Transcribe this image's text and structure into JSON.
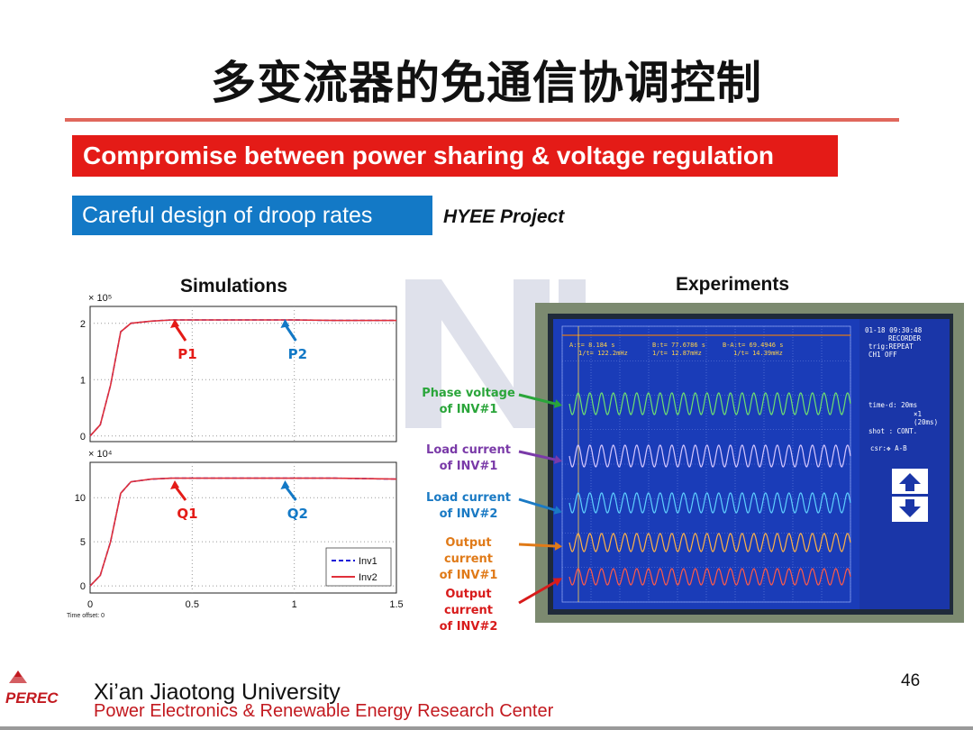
{
  "slide": {
    "title": "多变流器的免通信协调控制",
    "banner_red": "Compromise between power sharing & voltage regulation",
    "banner_blue": "Careful design of droop rates",
    "project": "HYEE Project",
    "simulations_label": "Simulations",
    "experiments_label": "Experiments",
    "page_number": "46"
  },
  "footer": {
    "logo_text": "PEREC",
    "university": "Xi’an Jiaotong University",
    "center": "Power Electronics & Renewable Energy Research Center"
  },
  "colors": {
    "red_banner": "#e41b17",
    "blue_banner": "#1379c6",
    "rule": "#e0675c",
    "footer_red": "#c2191f"
  },
  "chart_data": [
    {
      "type": "line",
      "subplot": "top",
      "exponent_label": "× 10⁵",
      "xlim": [
        0,
        1.5
      ],
      "ylim": [
        -0.1,
        2.3
      ],
      "yticks": [
        "0",
        "1",
        "2"
      ],
      "xticks": [],
      "grid": true,
      "annotations": [
        "P1",
        "P2"
      ],
      "series": [
        {
          "name": "Inv1",
          "style": "dashed",
          "color": "#1515d8",
          "x": [
            0,
            0.05,
            0.1,
            0.15,
            0.2,
            0.3,
            0.4,
            0.6,
            0.8,
            1.0,
            1.2,
            1.5
          ],
          "y": [
            0,
            0.2,
            0.9,
            1.85,
            2.0,
            2.04,
            2.06,
            2.06,
            2.06,
            2.06,
            2.05,
            2.05
          ]
        },
        {
          "name": "Inv2",
          "style": "solid",
          "color": "#e0303a",
          "x": [
            0,
            0.05,
            0.1,
            0.15,
            0.2,
            0.3,
            0.4,
            0.6,
            0.8,
            1.0,
            1.2,
            1.5
          ],
          "y": [
            0,
            0.2,
            0.9,
            1.85,
            2.0,
            2.04,
            2.06,
            2.06,
            2.06,
            2.06,
            2.05,
            2.05
          ]
        }
      ]
    },
    {
      "type": "line",
      "subplot": "bottom",
      "exponent_label": "× 10⁴",
      "xlim": [
        0,
        1.5
      ],
      "ylim": [
        -0.8,
        14
      ],
      "yticks": [
        "0",
        "5",
        "10"
      ],
      "xticks": [
        "0",
        "0.5",
        "1",
        "1.5"
      ],
      "grid": true,
      "legend": "bottom-right",
      "annotations": [
        "Q1",
        "Q2"
      ],
      "time_offset_label": "Time offset:  0",
      "series": [
        {
          "name": "Inv1",
          "style": "dashed",
          "color": "#1515d8",
          "x": [
            0,
            0.05,
            0.1,
            0.15,
            0.2,
            0.3,
            0.4,
            0.6,
            0.8,
            1.0,
            1.2,
            1.5
          ],
          "y": [
            0,
            1.2,
            5.0,
            10.5,
            11.8,
            12.1,
            12.2,
            12.2,
            12.2,
            12.2,
            12.2,
            12.1
          ]
        },
        {
          "name": "Inv2",
          "style": "solid",
          "color": "#e0303a",
          "x": [
            0,
            0.05,
            0.1,
            0.15,
            0.2,
            0.3,
            0.4,
            0.6,
            0.8,
            1.0,
            1.2,
            1.5
          ],
          "y": [
            0,
            1.2,
            5.0,
            10.5,
            11.8,
            12.1,
            12.2,
            12.2,
            12.2,
            12.2,
            12.2,
            12.1
          ]
        }
      ]
    }
  ],
  "signal_labels": [
    {
      "line1": "Phase voltage",
      "line2": "of INV#1",
      "color": "#2aa53a"
    },
    {
      "line1": "Load current",
      "line2": "of INV#1",
      "color": "#7a3aa8"
    },
    {
      "line1": "Load current",
      "line2": "of INV#2",
      "color": "#1a7ac4"
    },
    {
      "line1": "Output current",
      "line2": "of INV#1",
      "color": "#e07a18"
    },
    {
      "line1": "Output current",
      "line2": "of INV#2",
      "color": "#d81b1b"
    }
  ],
  "scope": {
    "time": "01-18 09:30:48",
    "mode": "RECORDER",
    "trig": "trig:REPEAT",
    "ch": "CH1   OFF",
    "cursor_a": "A:t= 8.184 s",
    "cursor_a_f": "1/t= 122.2mHz",
    "cursor_b": "B:t= 77.6786 s",
    "cursor_b_f": "1/t= 12.87mHz",
    "cursor_ba": "B-A:t= 69.4946 s",
    "cursor_ba_f": "1/t= 14.39mHz",
    "time_div": "time-d:  20ms",
    "zoom": "×1",
    "zoom_ms": "(20ms)",
    "shot": "shot  : CONT.",
    "csr": "csr:✥ A-B"
  }
}
